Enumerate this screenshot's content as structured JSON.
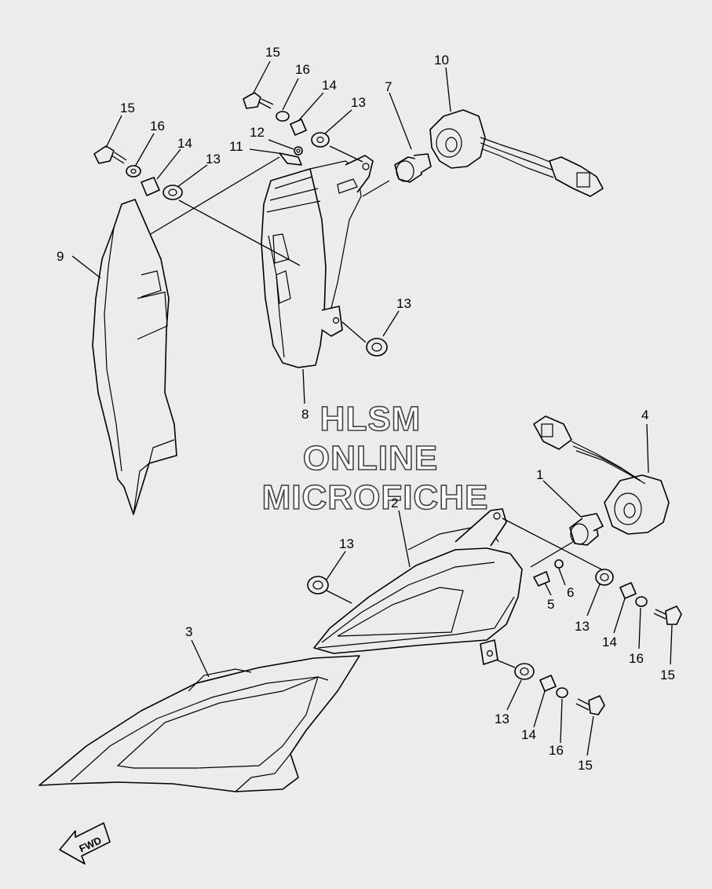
{
  "callouts": {
    "c15_a": "15",
    "c16_a": "16",
    "c14_a": "14",
    "c13_a": "13",
    "c15_b": "15",
    "c16_b": "16",
    "c14_b": "14",
    "c13_b": "13",
    "c12": "12",
    "c11": "11",
    "c7": "7",
    "c10": "10",
    "c9": "9",
    "c8": "8",
    "c13_c": "13",
    "c4": "4",
    "c1": "1",
    "c2": "2",
    "c13_d": "13",
    "c6": "6",
    "c5": "5",
    "c3": "3",
    "c13_e": "13",
    "c14_e": "14",
    "c16_e": "16",
    "c15_e": "15",
    "c13_f": "13",
    "c14_f": "14",
    "c16_f": "16",
    "c15_f": "15"
  },
  "watermark": {
    "line1": "HLSM",
    "line2": "ONLINE",
    "line3": "MICROFICHE"
  },
  "fwd_label": "FWD",
  "colors": {
    "background": "#ececec",
    "line": "#000000",
    "watermark_fill": "#ffffff"
  }
}
